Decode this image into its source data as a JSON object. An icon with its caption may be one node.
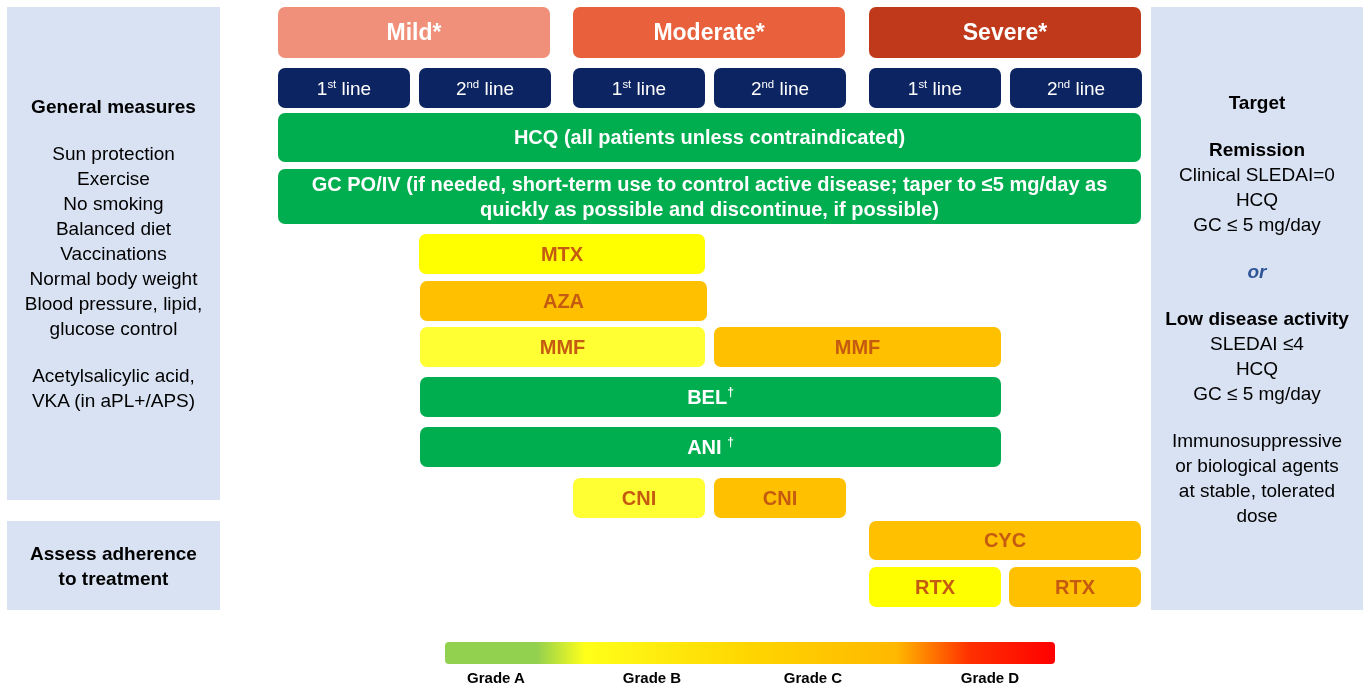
{
  "diagram": {
    "nodes": [
      {
        "text": [
          "General measures",
          "Sun protection",
          "Exercise",
          "No smoking",
          "Balanced diet",
          "Vaccinations",
          "Normal body weight",
          "Blood pressure, lipid, glucose control",
          "Acetylsalicylic acid, VKA (in aPL+/APS)"
        ]
      },
      {
        "text": [
          "Assess adherence to treatment"
        ]
      },
      {
        "text": [
          "Mild*"
        ]
      },
      {
        "text": [
          "Moderate*"
        ]
      },
      {
        "text": [
          "Severe*"
        ]
      },
      {
        "text": [
          "1$^{st}$ line"
        ]
      },
      {
        "text": [
          "2$^{nd}$ line"
        ]
      },
      {
        "text": [
          "1$^{st}$ line"
        ]
      },
      {
        "text": [
          "2$^{nd}$ line"
        ]
      },
      {
        "text": [
          "1$^{st}$ line"
        ]
      },
      {
        "text": [
          "2$^{nd}$ line"
        ]
      },
      {
        "text": [
          "HCQ (all patients unless contraindicated)"
        ]
      },
      {
        "text": [
          "GC PO/IV (if needed, short-term use to control active disease; taper to ≤5 mg/day as quickly as possible and discontinue, if possible)"
        ]
      },
      {
        "text": [
          "MTX"
        ]
      },
      {
        "text": [
          "AZA"
        ]
      },
      {
        "text": [
          "MMF"
        ]
      },
      {
        "text": [
          "MMF"
        ]
      },
      {
        "text": [
          "BEL$^{†}$"
        ]
      },
      {
        "text": [
          "ANI $^{†}$"
        ]
      },
      {
        "text": [
          "CNI"
        ]
      },
      {
        "text": [
          "CNI"
        ]
      },
      {
        "text": [
          "CYC"
        ]
      },
      {
        "text": [
          "RTX"
        ]
      },
      {
        "text": [
          "RTX"
        ]
      },
      {
        "text": [
          "Target",
          "Remission",
          "Clinical SLEDAI=0",
          "HCQ",
          "GC ≤ 5 mg/day",
          "or",
          "Low disease activity",
          "SLEDAI ≤4",
          "HCQ",
          "GC ≤ 5 mg/day",
          "Immunosuppressive or biological agents at stable, tolerated dose"
        ]
      },
      {
        "text": [],
        "shape": "bar",
        "beside": [
          "Grade A",
          "Grade B",
          "Grade C",
          "Grade D"
        ]
      }
    ]
  }
}
